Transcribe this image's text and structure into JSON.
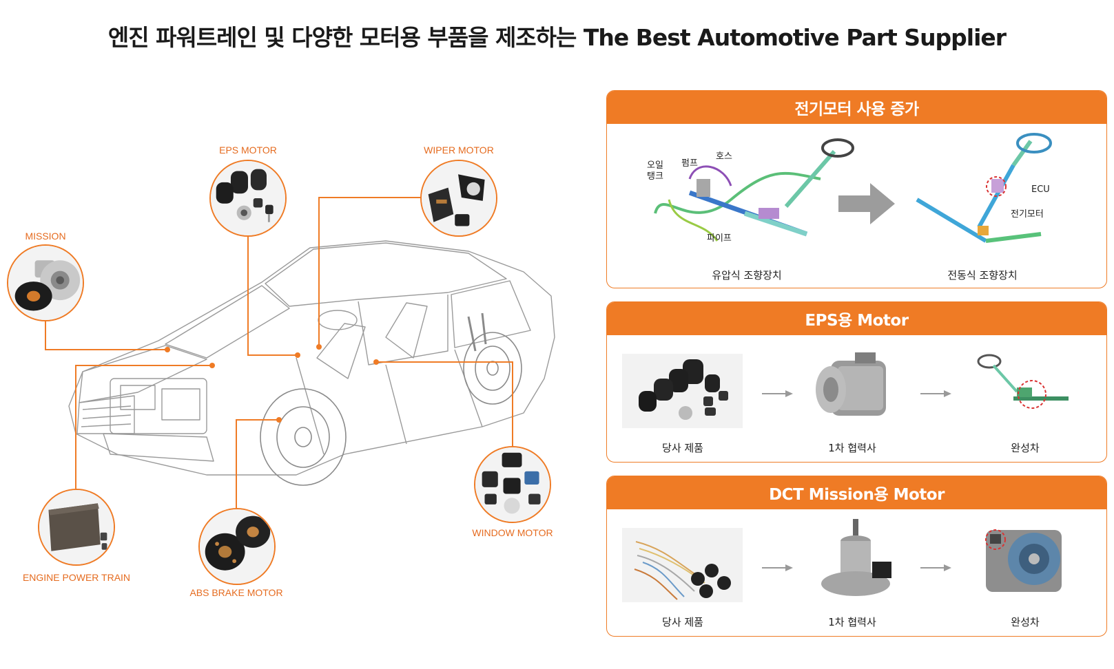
{
  "title": "엔진 파워트레인 및 다양한 모터용 부품을 제조하는 The Best Automotive Part Supplier",
  "colors": {
    "accent": "#ef7b25",
    "callout_text": "#e56b1f"
  },
  "callouts": {
    "eps_motor": "EPS MOTOR",
    "wiper_motor": "WIPER MOTOR",
    "mission": "MISSION",
    "engine_power_train": "ENGINE POWER TRAIN",
    "abs_brake_motor": "ABS BRAKE MOTOR",
    "window_motor": "WINDOW MOTOR"
  },
  "panel1": {
    "header": "전기모터 사용 증가",
    "labels": {
      "oil_tank": "오일\n탱크",
      "pump": "펌프",
      "hose": "호스",
      "pipe": "파이프",
      "ecu": "ECU",
      "electric_motor": "전기모터"
    },
    "captions": {
      "hydraulic": "유압식 조향장치",
      "electric": "전동식 조향장치"
    }
  },
  "panel2": {
    "header": "EPS용 Motor",
    "captions": {
      "our_product": "당사 제품",
      "tier1": "1차 협력사",
      "vehicle": "완성차"
    }
  },
  "panel3": {
    "header": "DCT Mission용 Motor",
    "captions": {
      "our_product": "당사 제품",
      "tier1": "1차 협력사",
      "vehicle": "완성차"
    }
  }
}
